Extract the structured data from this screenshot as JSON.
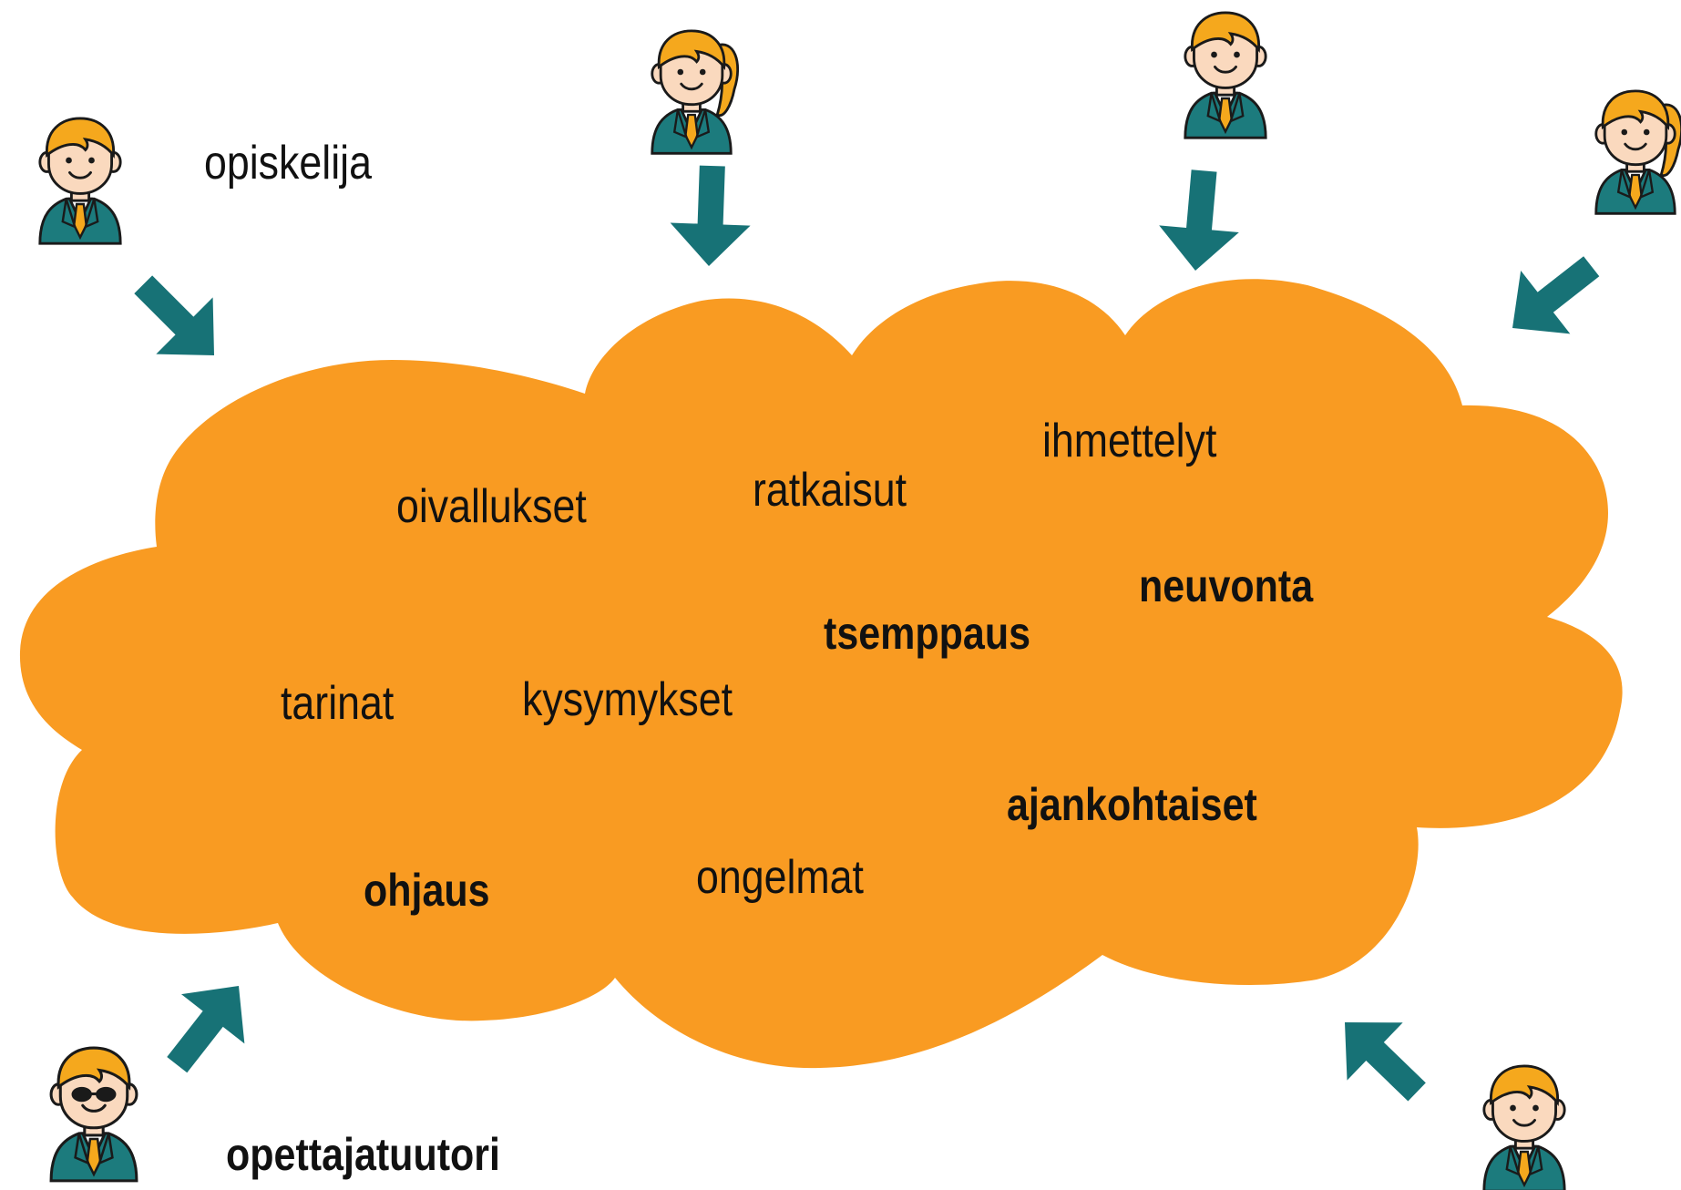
{
  "colors": {
    "cloud": "#F99B22",
    "arrow": "#177276",
    "hair": "#F5A81D",
    "skin": "#FAD9BE",
    "jacket": "#1C7B7D",
    "tie": "#F5A81D",
    "outline": "#1a1a1a",
    "text": "#111111"
  },
  "labels": {
    "student": "opiskelija",
    "teacher_tutor": "opettajatuutori"
  },
  "cloud_words": {
    "oivallukset": "oivallukset",
    "ratkaisut": "ratkaisut",
    "ihmettelyt": "ihmettelyt",
    "neuvonta": "neuvonta",
    "tsemppaus": "tsemppaus",
    "tarinat": "tarinat",
    "kysymykset": "kysymykset",
    "ajankohtaiset": "ajankohtaiset",
    "ohjaus": "ohjaus",
    "ongelmat": "ongelmat"
  },
  "icons": {
    "students": [
      "person-icon",
      "person-ponytail-icon",
      "person-icon",
      "person-ponytail-icon",
      "person-icon"
    ],
    "teacher": "person-sunglasses-icon",
    "arrows": "arrow-icon"
  }
}
